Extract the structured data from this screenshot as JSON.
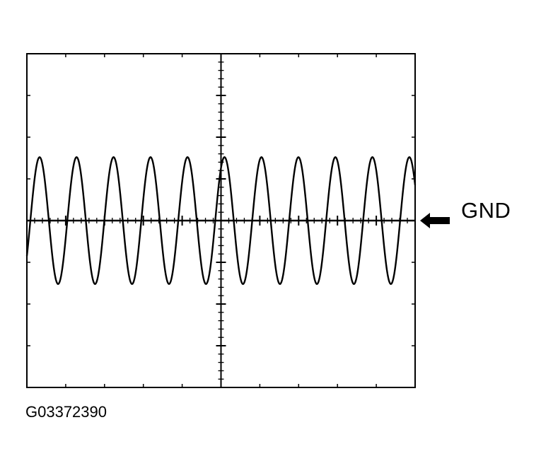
{
  "figure": {
    "figure_id": "G03372390",
    "gnd_label": "GND"
  },
  "chart_data": {
    "type": "line",
    "title": "",
    "xlabel": "",
    "ylabel": "",
    "x_divisions": 10,
    "y_divisions": 8,
    "grid": false,
    "center_graticule": true,
    "series": [
      {
        "waveform": "sine",
        "cycles_on_screen": 10.5,
        "amplitude_div": 1.9,
        "offset_div": 0,
        "color": "#000000"
      }
    ],
    "reference_marker": {
      "level_div": 0,
      "icon": "left-arrow-icon"
    }
  }
}
